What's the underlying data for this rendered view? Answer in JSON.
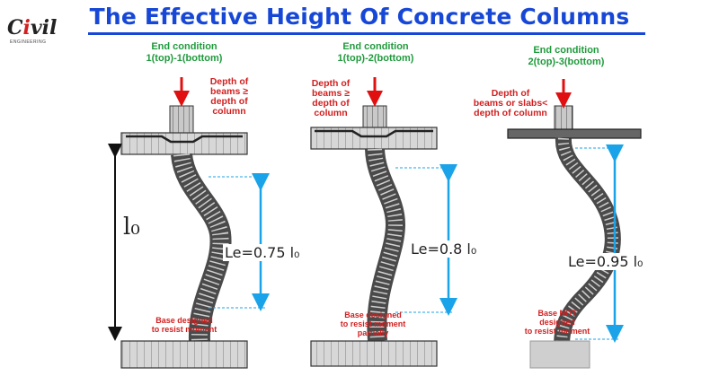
{
  "title": "The Effective Height Of Concrete Columns",
  "logo": {
    "text": "Civil",
    "icon": "civil-logo-icon"
  },
  "colors": {
    "title": "#1747d6",
    "green_label": "#1f9b3c",
    "red_label": "#d21f1f",
    "dimension": "#1aa3e8"
  },
  "columns": [
    {
      "end_condition_line1": "End condition",
      "end_condition_line2": "1(top)-1(bottom)",
      "top_note_lines": [
        "Depth of",
        "beams ≥",
        "depth of",
        "column"
      ],
      "effective_length": "Le=0.75 l₀",
      "base_note_lines": [
        "Base designed",
        "to resist moment"
      ]
    },
    {
      "end_condition_line1": "End condition",
      "end_condition_line2": "1(top)-2(bottom)",
      "top_note_lines": [
        "Depth of",
        "beams ≥",
        "depth of",
        "column"
      ],
      "effective_length": "Le=0.8 l₀",
      "base_note_lines": [
        "Base designed",
        "to resist moment",
        "partially"
      ]
    },
    {
      "end_condition_line1": "End condition",
      "end_condition_line2": "2(top)-3(bottom)",
      "top_note_lines": [
        "Depth of",
        "beams or slabs<",
        "depth of column"
      ],
      "effective_length": "Le=0.95 l₀",
      "base_note_lines": [
        "Base NOT",
        "designed",
        "to resist moment"
      ]
    }
  ],
  "clear_height_label": "l₀"
}
